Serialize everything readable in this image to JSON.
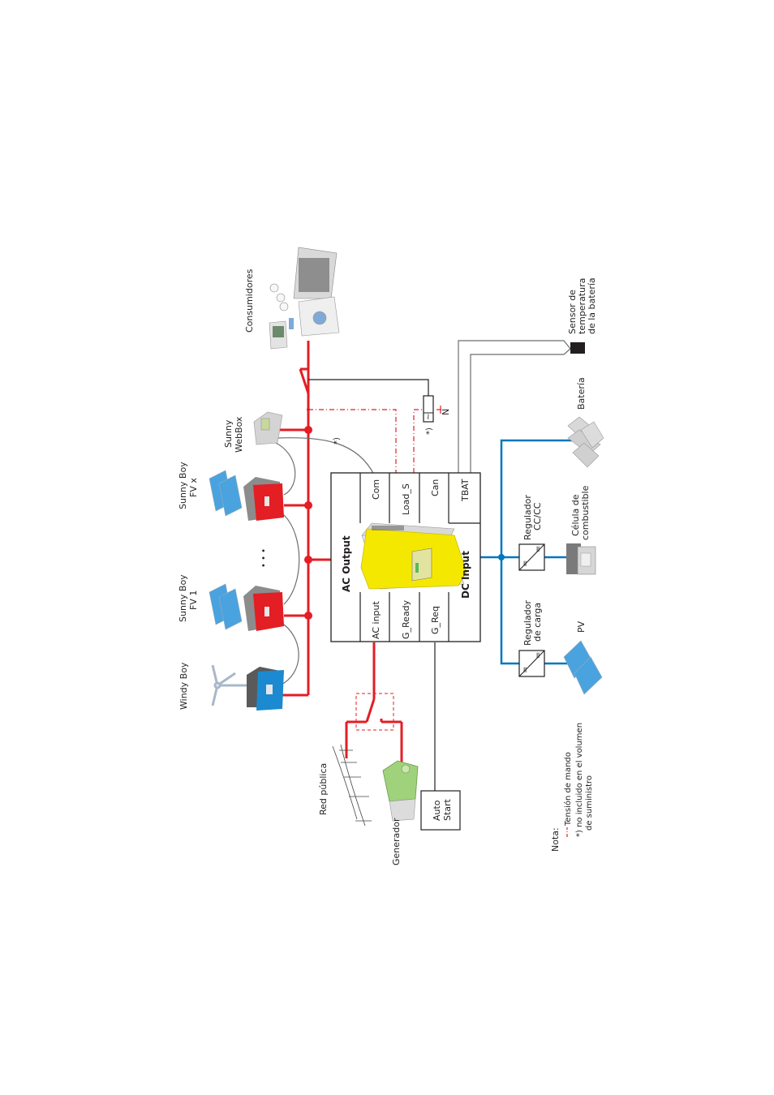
{
  "colors": {
    "ac_line": "#e31e24",
    "dc_line": "#0077bb",
    "signal_line": "#231f20",
    "cable_line": "#6d6e70",
    "inverter_yellow": "#f5e800",
    "sunny_boy_red": "#e31e24",
    "windy_boy_blue": "#1b8ad0",
    "generator_green": "#9fd27a",
    "panel_blue": "#4aa3de"
  },
  "devices": {
    "windy_boy": "Windy Boy",
    "sunny_boy_1": [
      "Sunny Boy",
      "FV 1"
    ],
    "sunny_boy_x": [
      "Sunny Boy",
      "FV x"
    ],
    "ellipsis": "• • •",
    "webbox": [
      "Sunny",
      "WebBox"
    ],
    "consumers": "Consumidores",
    "grid": "Red pública",
    "generator": "Generador",
    "auto_start": [
      "Auto",
      "Start"
    ],
    "battery": "Batería",
    "temp_sensor": [
      "Sensor de",
      "temperatura",
      "de la batería"
    ],
    "charge_controller": [
      "Regulador",
      "de carga"
    ],
    "dcdc_controller": [
      "Regulador",
      "CC/CC"
    ],
    "pv": "PV",
    "fuel_cell": [
      "Célula de",
      "combustible"
    ],
    "relay_note": "*)",
    "relay_n": "N",
    "webbox_note": "*)"
  },
  "sunny_island": {
    "ac_output": "AC Output",
    "dc_input": "DC Input",
    "ports_top": [
      "AC input",
      "G_Ready",
      "G_Req"
    ],
    "ports_bottom": [
      "Com",
      "Load_S",
      "Can"
    ],
    "port_tbat": "TBAT"
  },
  "legend": {
    "title": "Nota:",
    "control_voltage": "Tensión de mando",
    "footnote_line1": "*) no incluido en el volumen",
    "footnote_line2": "de suministro"
  }
}
